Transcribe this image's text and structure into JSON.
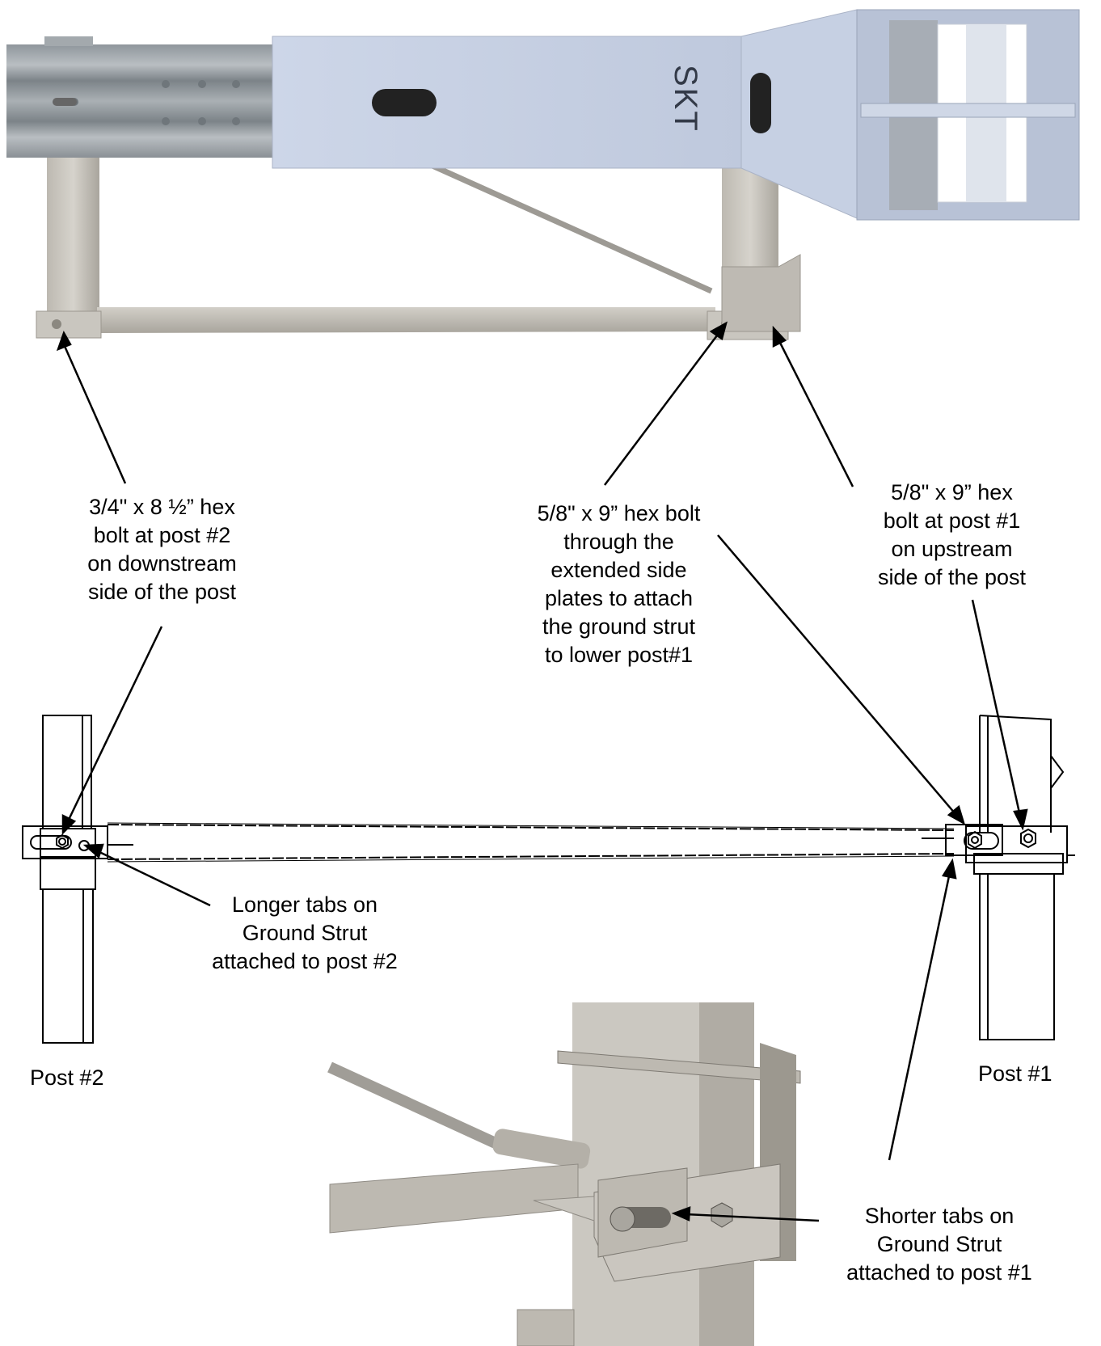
{
  "brand_text": "SKT",
  "callouts": {
    "bolt_post2": [
      "3/4\" x 8 ½” hex",
      "bolt at post #2",
      "on downstream",
      "side of the post"
    ],
    "bolt_side_plates": [
      "5/8\" x 9” hex bolt",
      "through the",
      "extended side",
      "plates to attach",
      "the ground strut",
      "to lower post#1"
    ],
    "bolt_post1": [
      "5/8\" x 9” hex",
      "bolt at post #1",
      "on upstream",
      "side of the post"
    ],
    "longer_tabs": [
      "Longer tabs on",
      "Ground Strut",
      "attached to post #2"
    ],
    "shorter_tabs": [
      "Shorter tabs on",
      "Ground Strut",
      "attached to post #1"
    ]
  },
  "posts": {
    "post2_label": "Post #2",
    "post1_label": "Post #1"
  },
  "colors": {
    "galvanized": "#9da3a8",
    "terminal_panel": "#c9d3e6",
    "post_steel": "#c9c6bf",
    "line": "#000000"
  }
}
